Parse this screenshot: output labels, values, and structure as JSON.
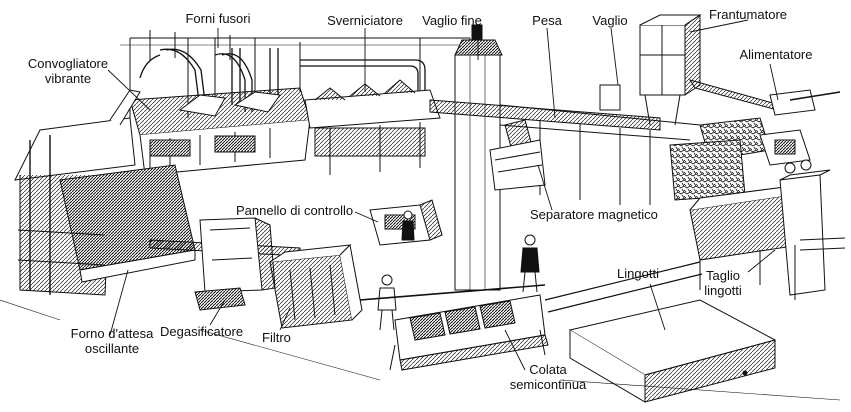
{
  "labels": {
    "forni_fusori": "Forni fusori",
    "sverniciatore": "Sverniciatore",
    "vaglio_fine": "Vaglio fine",
    "pesa": "Pesa",
    "vaglio": "Vaglio",
    "frantumatore": "Frantumatore",
    "convogliatore_1": "Convogliatore",
    "convogliatore_2": "vibrante",
    "alimentatore": "Alimentatore",
    "pannello": "Pannello di controllo",
    "separatore": "Separatore magnetico",
    "lingotti": "Lingotti",
    "taglio_1": "Taglio",
    "taglio_2": "lingotti",
    "forno_attesa_1": "Forno d'attesa",
    "forno_attesa_2": "oscillante",
    "degasificatore": "Degasificatore",
    "filtro": "Filtro",
    "colata_1": "Colata",
    "colata_2": "semicontinua"
  },
  "colors": {
    "ink": "#111111",
    "paper": "#ffffff",
    "shade": "#d8d8d8"
  }
}
